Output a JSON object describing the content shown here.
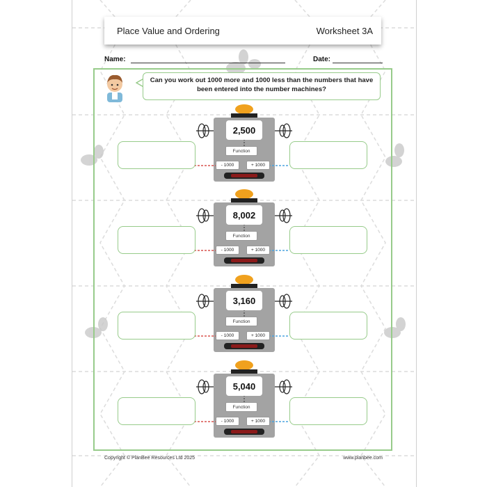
{
  "header": {
    "title": "Place Value and Ordering",
    "worksheet": "Worksheet 3A"
  },
  "fields": {
    "name_label": "Name:",
    "date_label": "Date:"
  },
  "question": "Can you work out 1000 more and 1000 less than the numbers that have been entered into the number machines?",
  "machines": [
    {
      "value": "2,500",
      "function_label": "Function",
      "minus_label": "- 1000",
      "plus_label": "+ 1000"
    },
    {
      "value": "8,002",
      "function_label": "Function",
      "minus_label": "- 1000",
      "plus_label": "+ 1000"
    },
    {
      "value": "3,160",
      "function_label": "Function",
      "minus_label": "- 1000",
      "plus_label": "+ 1000"
    },
    {
      "value": "5,040",
      "function_label": "Function",
      "minus_label": "- 1000",
      "plus_label": "+ 1000"
    }
  ],
  "footer": {
    "copyright": "Copyright © PlanBee Resources Ltd 2025",
    "website": "www.planbee.com"
  },
  "colors": {
    "frame_green": "#97cb8a",
    "machine_grey": "#a3a3a3",
    "light_orange": "#f0a11e",
    "minus_line": "#d9534f",
    "plus_line": "#4aa3df"
  }
}
